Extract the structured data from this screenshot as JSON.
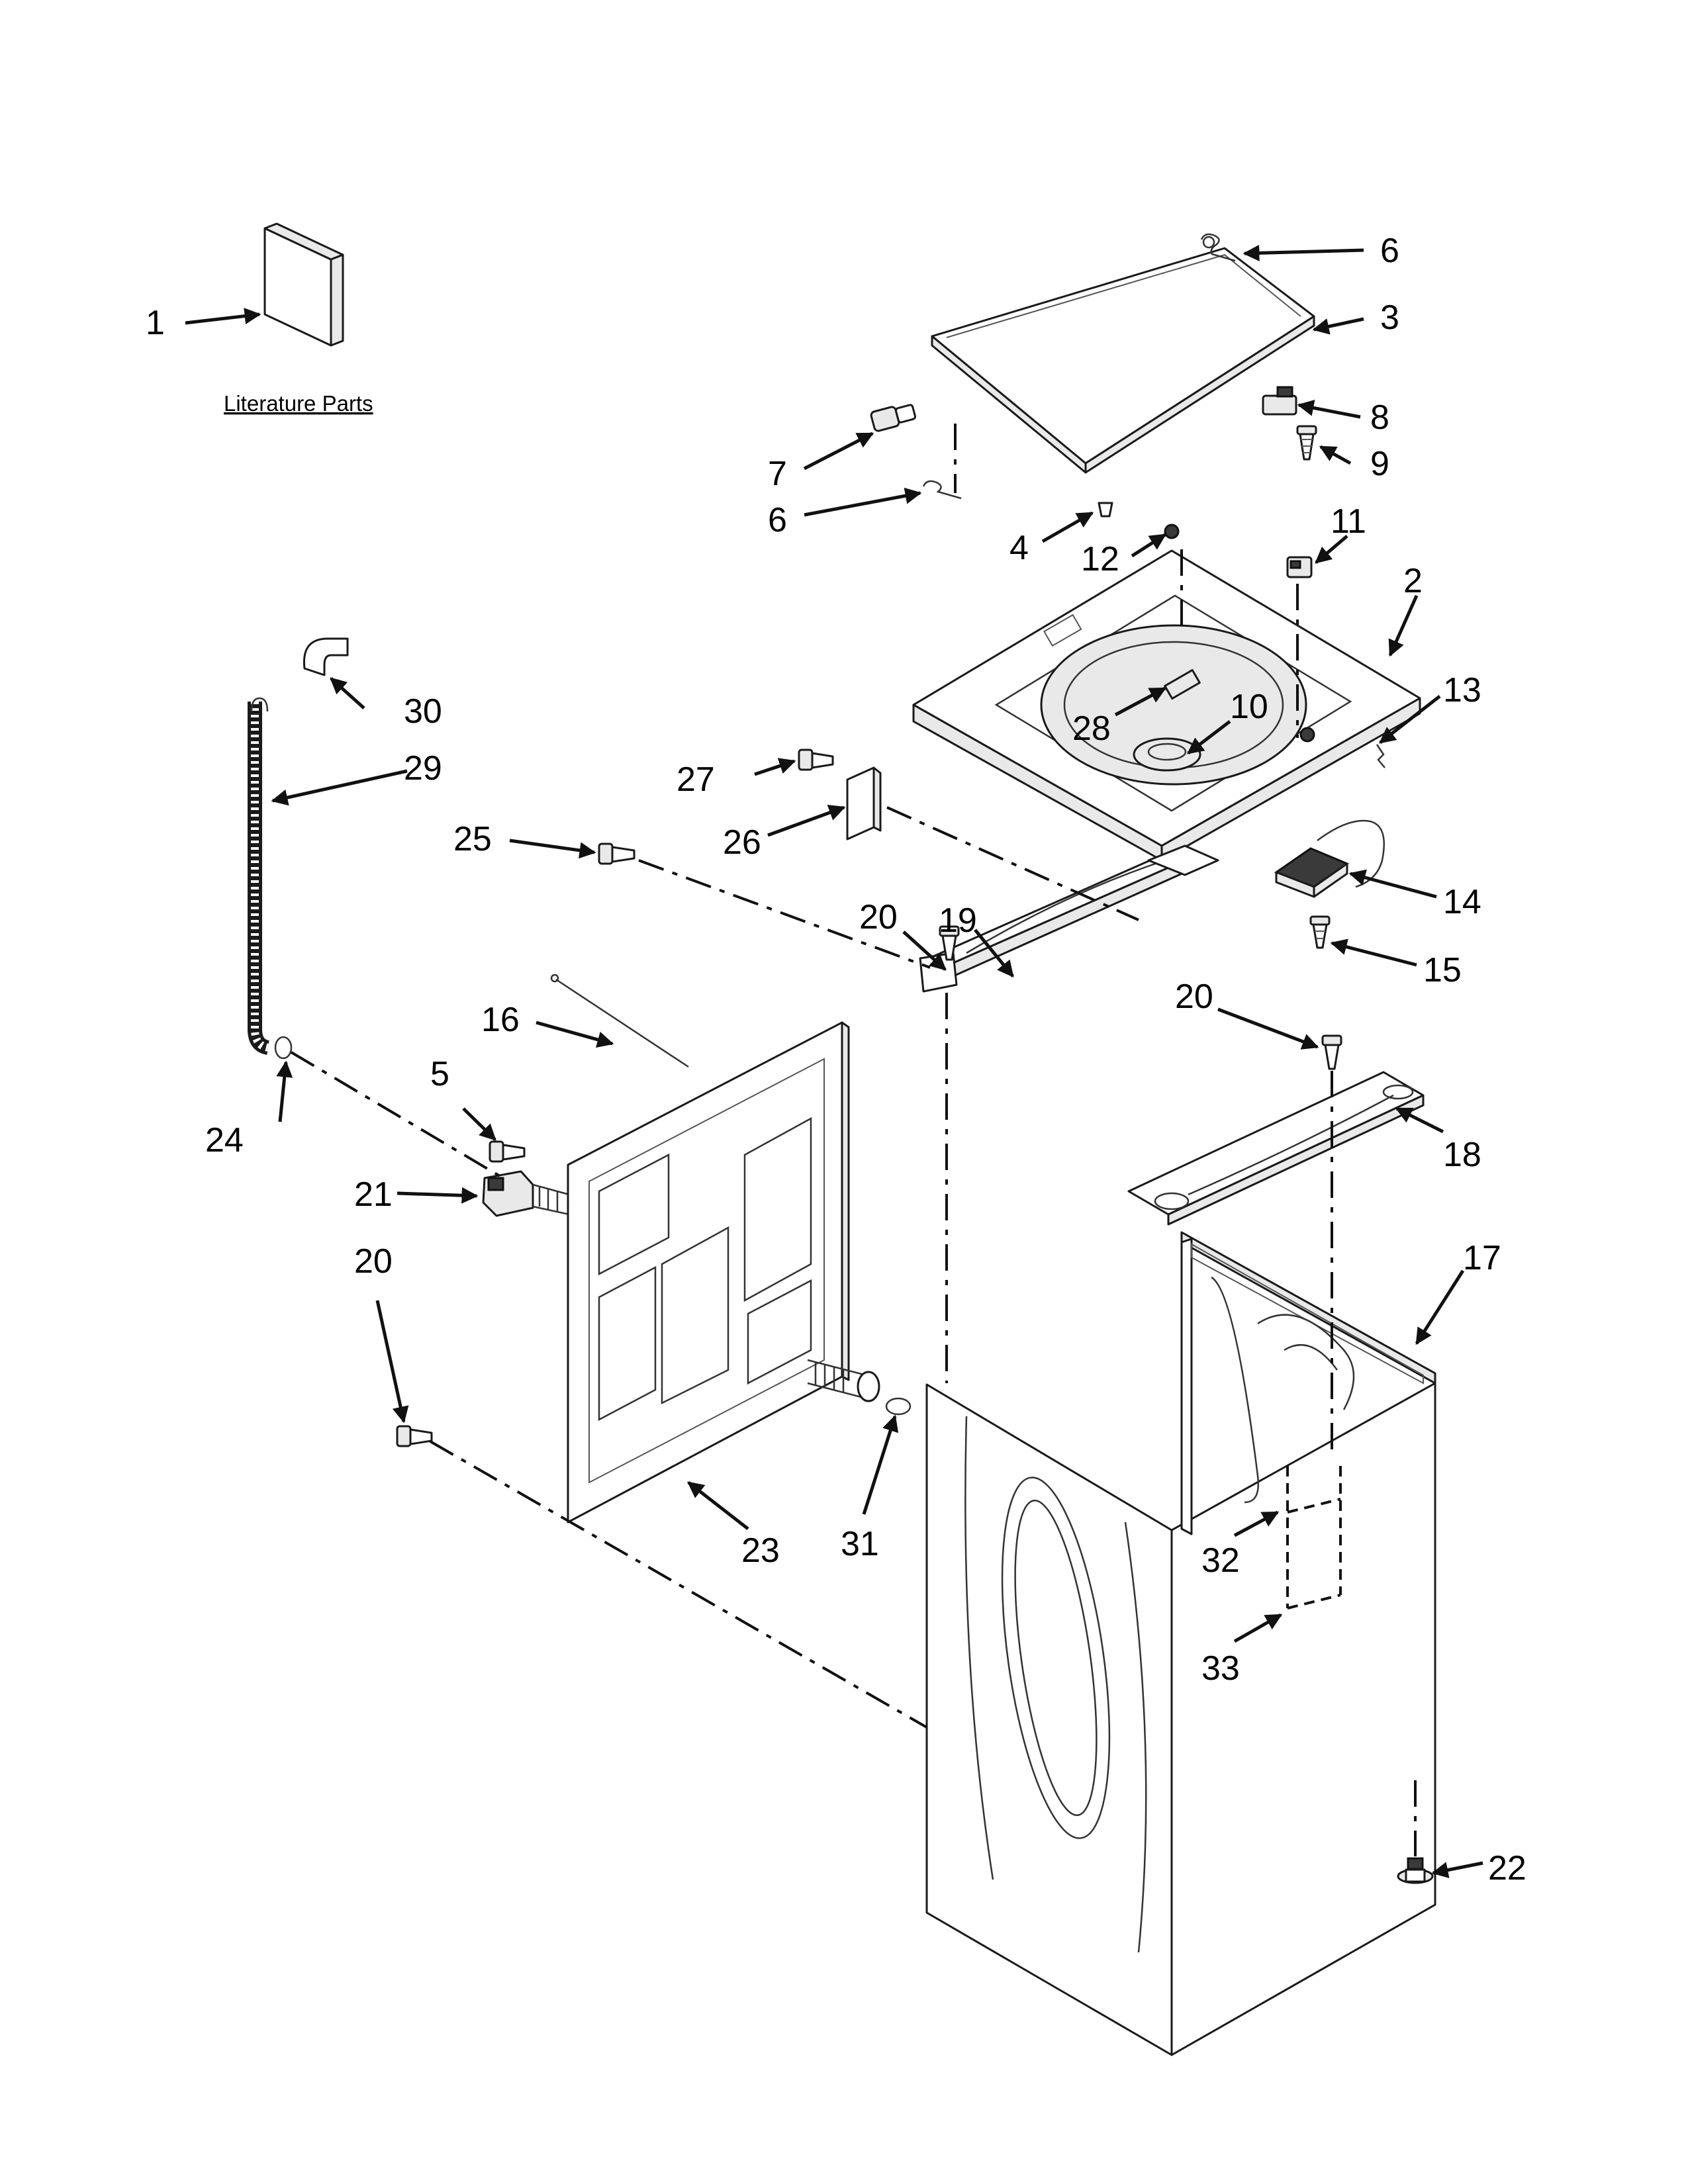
{
  "literature_label": "Literature Parts",
  "callouts": {
    "c1": "1",
    "c2": "2",
    "c3": "3",
    "c4": "4",
    "c5": "5",
    "c6a": "6",
    "c6b": "6",
    "c7": "7",
    "c8": "8",
    "c9": "9",
    "c10": "10",
    "c11": "11",
    "c12": "12",
    "c13": "13",
    "c14": "14",
    "c15": "15",
    "c16": "16",
    "c17": "17",
    "c18": "18",
    "c19": "19",
    "c20a": "20",
    "c20b": "20",
    "c20c": "20",
    "c21": "21",
    "c22": "22",
    "c23": "23",
    "c24": "24",
    "c25": "25",
    "c26": "26",
    "c27": "27",
    "c28": "28",
    "c29": "29",
    "c30": "30",
    "c31": "31",
    "c32": "32",
    "c33": "33"
  }
}
